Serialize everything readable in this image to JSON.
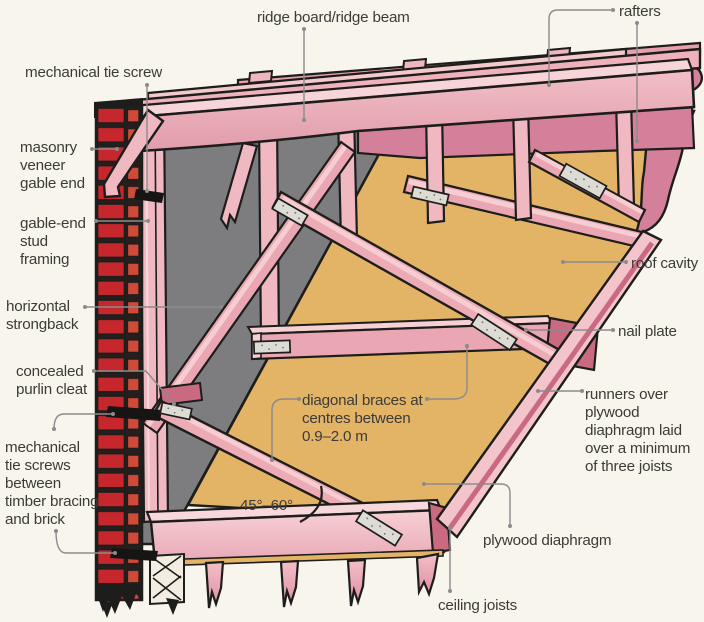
{
  "figure": {
    "background": "#f8f5ed",
    "palette": {
      "brick_red": "#c5272d",
      "brick_side": "#d14a38",
      "timber_light": "#f7d4d7",
      "timber_mid": "#eeafb9",
      "timber_dark": "#c96a81",
      "beam_rose": "#d5809a",
      "wall_gray": "#7d7c7e",
      "plywood_tan": "#e3b366",
      "outline": "#1d1d1b",
      "nail_plate": "#dcdbd4",
      "leader": "#8b8b8b",
      "label_text": "#3b3b38"
    }
  },
  "labels": {
    "ridge_board": {
      "text": "ridge board/ridge beam"
    },
    "rafters": {
      "text": "rafters"
    },
    "mechanical_tie_screw": {
      "text": "mechanical tie screw"
    },
    "masonry_veneer": {
      "lines": [
        "masonry",
        "veneer",
        "gable end"
      ]
    },
    "gable_end_stud": {
      "lines": [
        "gable-end",
        "stud",
        "framing"
      ]
    },
    "horizontal_strongback": {
      "lines": [
        "horizontal",
        "strongback"
      ]
    },
    "concealed_purlin_cleat": {
      "lines": [
        "concealed",
        "purlin cleat"
      ]
    },
    "mechanical_tie_screws_brick": {
      "lines": [
        "mechanical",
        "tie screws",
        "between",
        "timber bracing",
        "and brick"
      ]
    },
    "roof_cavity": {
      "text": "roof cavity"
    },
    "nail_plate": {
      "text": "nail plate"
    },
    "runners": {
      "lines": [
        "runners over",
        "plywood",
        "diaphragm laid",
        "over a minimum",
        "of three joists"
      ]
    },
    "diagonal_braces": {
      "lines": [
        "diagonal braces at",
        "centres between",
        "0.9–2.0 m"
      ]
    },
    "angle": {
      "text": "45°–60°"
    },
    "plywood_diaphragm": {
      "text": "plywood diaphragm"
    },
    "ceiling_joists": {
      "text": "ceiling joists"
    }
  }
}
